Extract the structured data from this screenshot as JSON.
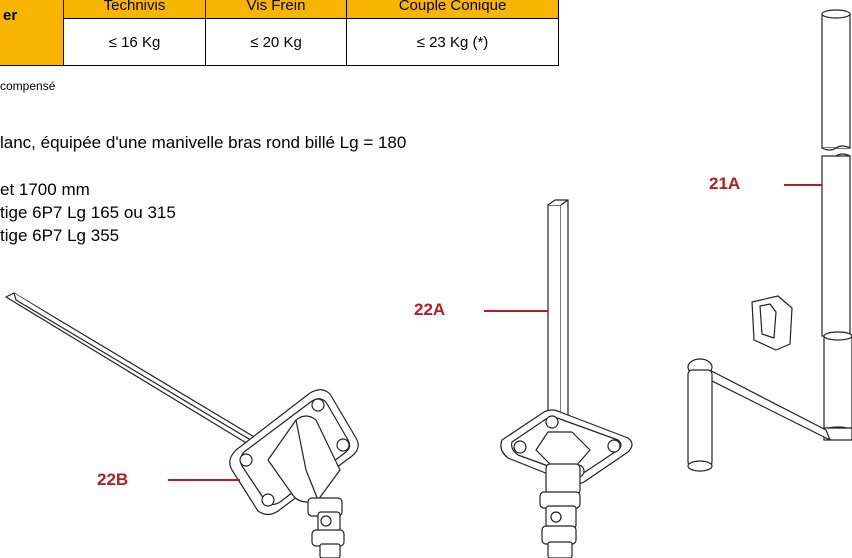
{
  "table": {
    "corner_label": "er",
    "headers": [
      "Technivis",
      "Vis Frein",
      "Couple Conique"
    ],
    "values": [
      "≤ 16 Kg",
      "≤ 20 Kg",
      "≤ 23 Kg (*)"
    ]
  },
  "note": "compensé",
  "description": {
    "line1": "lanc, équipée d'une manivelle bras rond billé Lg = 180",
    "line2": "et 1700 mm",
    "line3": "tige 6P7 Lg 165 ou 315",
    "line4": "tige 6P7 Lg 355"
  },
  "callouts": {
    "c21a": "21A",
    "c22a": "22A",
    "c22b": "22B"
  },
  "colors": {
    "header_fill": "#f7b500",
    "callout": "#b01e23"
  }
}
